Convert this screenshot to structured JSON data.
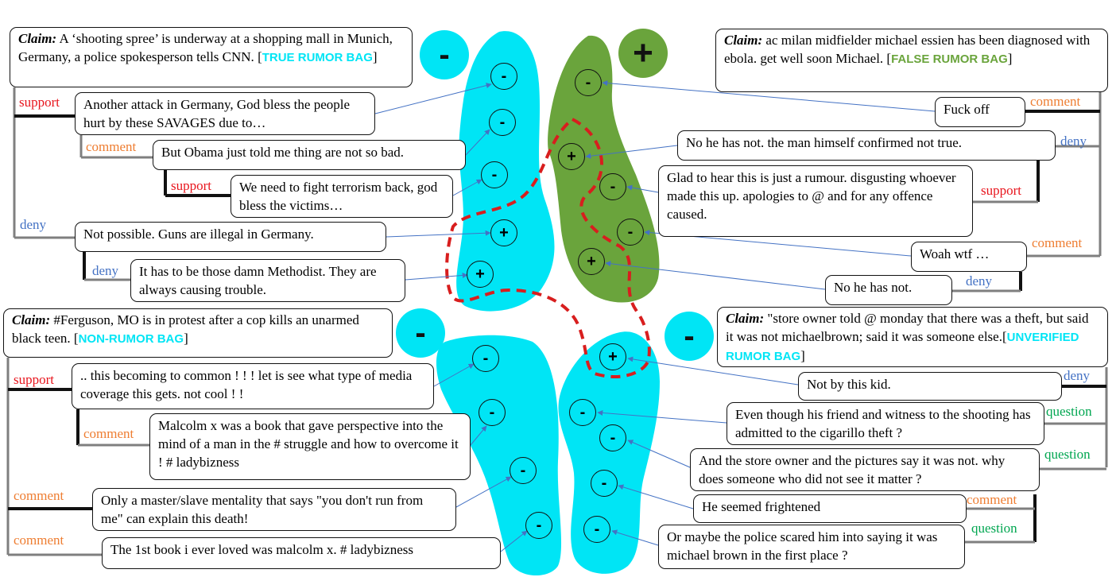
{
  "colors": {
    "cyan": "#00e5f5",
    "green": "#6aa43c",
    "red_dash": "#d81e1e",
    "support": "#e8141c",
    "comment": "#ee7d31",
    "deny": "#4472c4",
    "question": "#00a650",
    "arrow": "#4472c4"
  },
  "claim_label": "Claim:",
  "bags": {
    "tl": {
      "sign": "-",
      "claim": "A ‘shooting spree’ is underway at a shopping mall in Munich, Germany, a police spokesperson tells CNN.",
      "tag": "TRUE RUMOR BAG"
    },
    "tr": {
      "sign": "+",
      "claim": "ac milan midfielder michael essien has been diagnosed with ebola. get well soon Michael.",
      "tag": "FALSE RUMOR BAG"
    },
    "bl": {
      "sign": "-",
      "claim": "#Ferguson, MO is in protest after a cop kills an unarmed black teen.",
      "tag": "NON-RUMOR BAG"
    },
    "br": {
      "sign": "-",
      "claim": "\"store owner told @ monday that there was a theft, but said it was not michaelbrown; said it was someone else.",
      "tag": "UNVERIFIED RUMOR BAG"
    }
  },
  "tweets": {
    "tl1": {
      "text": "Another attack in Germany, God bless the people hurt by these SAVAGES due to…",
      "label": "support",
      "node": "-"
    },
    "tl2": {
      "text": "But Obama just told me thing are not so bad.",
      "label": "comment",
      "node": "-"
    },
    "tl3": {
      "text": "We need to fight terrorism back, god bless the victims…",
      "label": "support",
      "node": "-"
    },
    "tl4": {
      "text": "Not possible. Guns are illegal in Germany.",
      "label": "deny",
      "node": "+"
    },
    "tl5": {
      "text": "It has to be those damn Methodist. They are always causing trouble.",
      "label": "deny",
      "node": "+"
    },
    "tr1": {
      "text": "Fuck off",
      "label": "comment",
      "node": "-"
    },
    "tr2": {
      "text": "No he has not. the man himself confirmed not true.",
      "label": "deny",
      "node": "+"
    },
    "tr3": {
      "text": "Glad to hear this is just a rumour. disgusting whoever made this up. apologies to @ and for any offence caused.",
      "label": "support",
      "node": "-"
    },
    "tr4": {
      "text": "Woah wtf …",
      "label": "comment",
      "node": "-"
    },
    "tr5": {
      "text": "No he has not.",
      "label": "deny",
      "node": "+"
    },
    "bl1": {
      "text": ".. this becoming to common ! ! ! let is see what type of media coverage this gets. not cool ! !",
      "label": "support",
      "node": "-"
    },
    "bl2": {
      "text": "Malcolm x was a book that gave perspective into the mind of a man in the # struggle and how to overcome it ! # ladybizness",
      "label": "comment",
      "node": "-"
    },
    "bl3": {
      "text": "Only a master/slave mentality that says \"you don't run from me\" can explain this death!",
      "label": "comment",
      "node": "-"
    },
    "bl4": {
      "text": "The 1st book i ever loved was malcolm x. # ladybizness",
      "label": "comment",
      "node": "-"
    },
    "br1": {
      "text": "Not by this kid.",
      "label": "deny",
      "node": "+"
    },
    "br2": {
      "text": "Even though his friend and witness to the shooting has admitted to the cigarillo theft ?",
      "label": "question",
      "node": "-"
    },
    "br3": {
      "text": "And the store owner and the pictures say it was not. why does someone who did not see it matter ?",
      "label": "question",
      "node": "-"
    },
    "br4": {
      "text": "He seemed frightened",
      "label": "comment",
      "node": "-"
    },
    "br5": {
      "text": "Or maybe the police scared him into saying it was michael brown in the first place ?",
      "label": "question",
      "node": "-"
    }
  }
}
